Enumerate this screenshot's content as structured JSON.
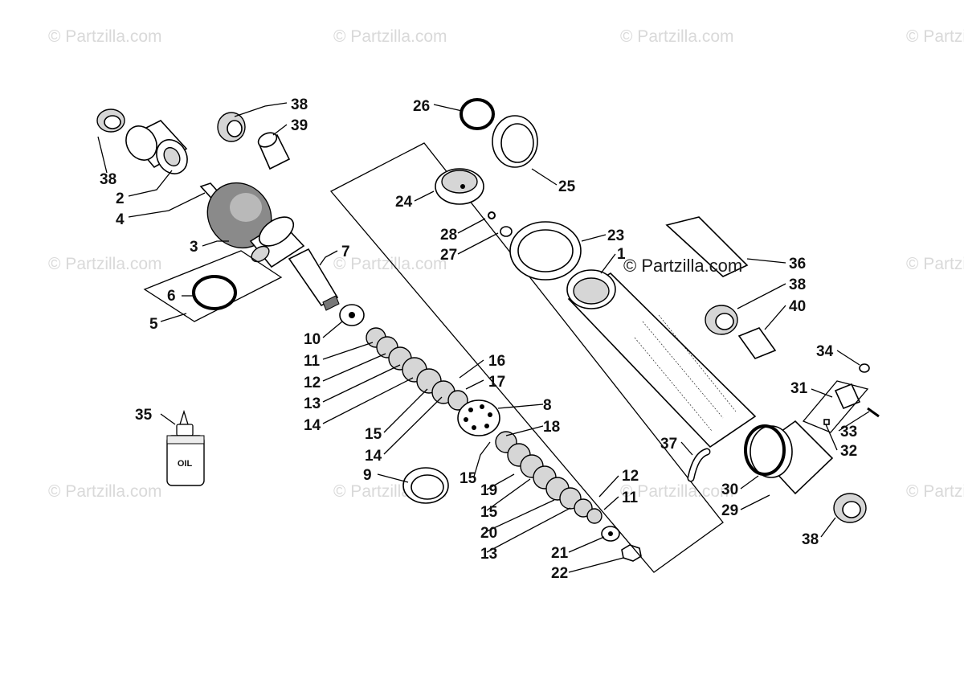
{
  "watermark": {
    "text": "© Partzilla.com",
    "prominent_text": "© Partzilla.com"
  },
  "bottle_label": "OIL",
  "callouts": {
    "c1": "1",
    "c2": "2",
    "c3": "3",
    "c4": "4",
    "c5": "5",
    "c6": "6",
    "c7": "7",
    "c8": "8",
    "c9": "9",
    "c10": "10",
    "c11a": "11",
    "c11b": "11",
    "c12a": "12",
    "c12b": "12",
    "c13a": "13",
    "c13b": "13",
    "c14a": "14",
    "c14b": "14",
    "c15a": "15",
    "c15b": "15",
    "c15c": "15",
    "c16": "16",
    "c17": "17",
    "c18": "18",
    "c19": "19",
    "c20": "20",
    "c21": "21",
    "c22": "22",
    "c23": "23",
    "c24": "24",
    "c25": "25",
    "c26": "26",
    "c27": "27",
    "c28": "28",
    "c29": "29",
    "c30": "30",
    "c31": "31",
    "c32": "32",
    "c33": "33",
    "c34": "34",
    "c35": "35",
    "c36": "36",
    "c37": "37",
    "c38a": "38",
    "c38b": "38",
    "c38c": "38",
    "c38d": "38",
    "c39": "39",
    "c40": "40"
  }
}
